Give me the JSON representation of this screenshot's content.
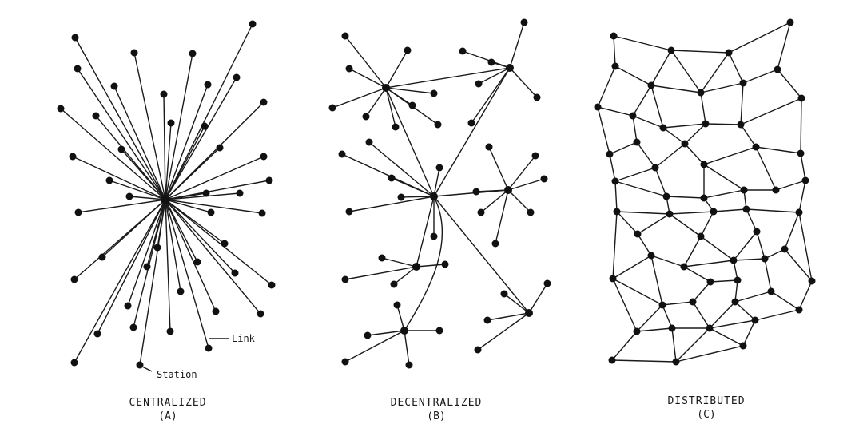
{
  "panels": [
    {
      "id": "centralized",
      "label": "CENTRALIZED",
      "sublabel": "(A)"
    },
    {
      "id": "decentralized",
      "label": "DECENTRALIZED",
      "sublabel": "(B)"
    },
    {
      "id": "distributed",
      "label": "DISTRIBUTED",
      "sublabel": "(C)"
    }
  ],
  "annotations": {
    "link": "Link",
    "station": "Station"
  }
}
